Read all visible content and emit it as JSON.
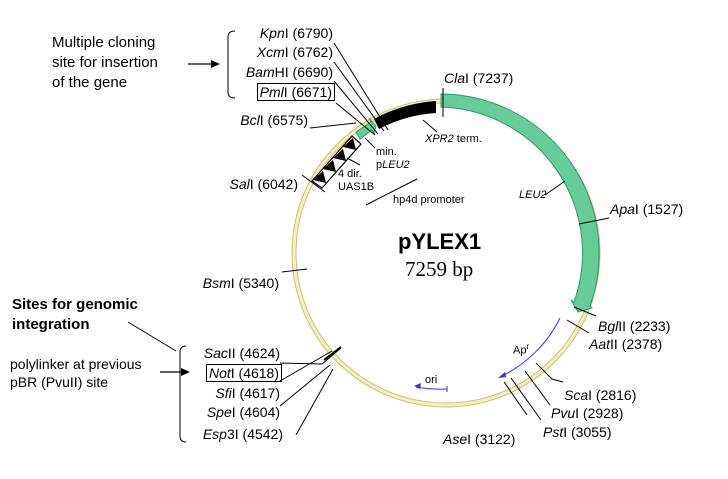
{
  "plasmid": {
    "name": "pYLEX1",
    "size_label": "7259 bp",
    "total_bp": 7259
  },
  "colors": {
    "backbone": "#f5f0b8",
    "backbone_edge": "#c9c07a",
    "leu2": "#66cc99",
    "leu2_edge": "#2f9a66",
    "terminator": "#000000",
    "promoter_arrow": "#000000",
    "ampr_ori": "#3333ee"
  },
  "notes": {
    "mcs": "Multiple cloning\nsite for insertion\nof the gene",
    "mcs_lines": [
      "Multiple cloning",
      "site for insertion",
      "of the gene"
    ],
    "genomic_lines": [
      "Sites for genomic",
      "integration"
    ],
    "polylinker_lines": [
      "polylinker at previous",
      "pBR (PvuII) site"
    ]
  },
  "features": [
    {
      "name": "XPR2 term.",
      "italic_part": "XPR2",
      "rest": " term."
    },
    {
      "name": "LEU2",
      "italic_part": "LEU2",
      "rest": ""
    },
    {
      "name": "min. pLEU2",
      "line1": "min.",
      "line2_plain": "p",
      "line2_italic": "LEU2"
    },
    {
      "name": "4 dir. UAS1B",
      "line1": "4 dir.",
      "line2": "UAS1B"
    },
    {
      "name": "hp4d promoter",
      "label": "hp4d promoter"
    },
    {
      "name": "Apr",
      "label": "Ap",
      "superscript": "r"
    },
    {
      "name": "ori",
      "label": "ori"
    }
  ],
  "sites": [
    {
      "enzyme_italic": "Kpn",
      "suffix": "I",
      "pos": "(6790)",
      "boxed": false
    },
    {
      "enzyme_italic": "Xcm",
      "suffix": "I",
      "pos": "(6762)",
      "boxed": false
    },
    {
      "enzyme_italic": "Bam",
      "suffix": "HI",
      "pos": "(6690)",
      "boxed": false
    },
    {
      "enzyme_italic": "Pml",
      "suffix": "I",
      "pos": "(6671)",
      "boxed": true
    },
    {
      "enzyme_italic": "Bcl",
      "suffix": "I",
      "pos": "(6575)",
      "boxed": false
    },
    {
      "enzyme_italic": "Cla",
      "suffix": "I",
      "pos": "(7237)",
      "boxed": false
    },
    {
      "enzyme_italic": "Sal",
      "suffix": "I",
      "pos": "(6042)",
      "boxed": false
    },
    {
      "enzyme_italic": "Apa",
      "suffix": "I",
      "pos": "(1527)",
      "boxed": false
    },
    {
      "enzyme_italic": "Bsm",
      "suffix": "I",
      "pos": "(5340)",
      "boxed": false
    },
    {
      "enzyme_italic": "Bgl",
      "suffix": "II",
      "pos": "(2233)",
      "boxed": false
    },
    {
      "enzyme_italic": "Aat",
      "suffix": "II",
      "pos": "(2378)",
      "boxed": false
    },
    {
      "enzyme_italic": "Sca",
      "suffix": "I",
      "pos": "(2816)",
      "boxed": false
    },
    {
      "enzyme_italic": "Pvu",
      "suffix": "I",
      "pos": "(2928)",
      "boxed": false
    },
    {
      "enzyme_italic": "Pst",
      "suffix": "I",
      "pos": "(3055)",
      "boxed": false
    },
    {
      "enzyme_italic": "Ase",
      "suffix": "I",
      "pos": "(3122)",
      "boxed": false
    },
    {
      "enzyme_italic": "Sac",
      "suffix": "II",
      "pos": "(4624)",
      "boxed": false
    },
    {
      "enzyme_italic": "Not",
      "suffix": "I",
      "pos": "(4618)",
      "boxed": true
    },
    {
      "enzyme_italic": "Sfi",
      "suffix": "I",
      "pos": "(4617)",
      "boxed": false
    },
    {
      "enzyme_italic": "Spe",
      "suffix": "I",
      "pos": "(4604)",
      "boxed": false
    },
    {
      "enzyme_italic": "Esp",
      "suffix": "3I",
      "pos": "(4542)",
      "boxed": false
    }
  ]
}
